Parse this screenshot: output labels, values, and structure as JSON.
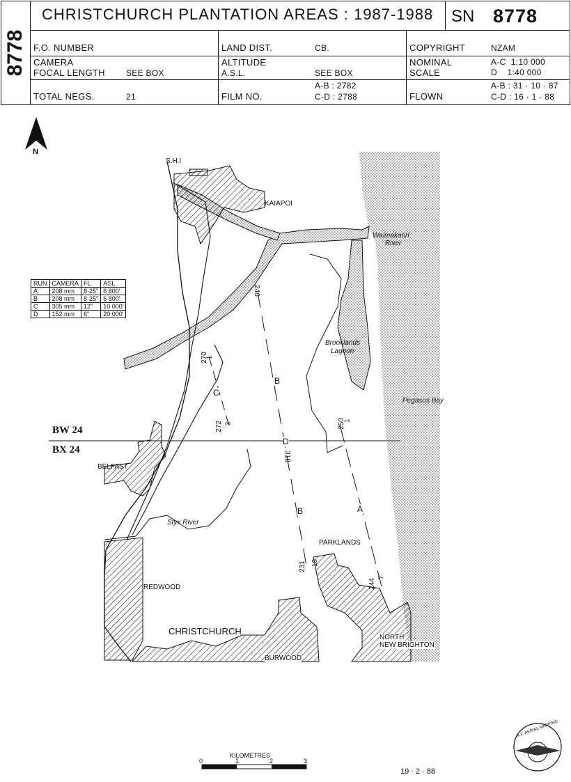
{
  "header": {
    "side_id": "8778",
    "title": "CHRISTCHURCH PLANTATION AREAS : 1987-1988",
    "sn_prefix": "SN",
    "sn_number": "8778",
    "fo_number_label": "F.O. NUMBER",
    "land_dist_label": "LAND DIST.",
    "land_dist_value": "CB.",
    "copyright_label": "COPYRIGHT",
    "copyright_value": "NZAM",
    "camera_label": "CAMERA",
    "focal_length_label": "FOCAL LENGTH",
    "focal_length_value": "SEE BOX",
    "altitude_label": "ALTITUDE",
    "asl_label": "A.S.L.",
    "asl_value": "SEE BOX",
    "nominal_label": "NOMINAL",
    "scale_label": "SCALE",
    "scale_ac": "A-C  1:10 000",
    "scale_d": "D    1:40 000",
    "total_negs_label": "TOTAL NEGS.",
    "total_negs_value": "21",
    "film_no_label": "FILM NO.",
    "film_ab": "A-B : 2782",
    "film_cd": "C-D : 2788",
    "flown_label": "FLOWN",
    "flown_ab": "A-B : 31 · 10 · 87",
    "flown_cd": "C-D : 16 · 1 · 88"
  },
  "runs_table": {
    "headers": [
      "RUN",
      "CAMERA",
      "FL",
      "ASL"
    ],
    "rows": [
      [
        "A",
        "208 mm",
        "8·25\"",
        "6 800'"
      ],
      [
        "B",
        "208 mm",
        "8·25\"",
        "6 800'"
      ],
      [
        "C",
        "305 mm",
        "12\"",
        "10 000'"
      ],
      [
        "D",
        "152 mm",
        "6\"",
        "20 000'"
      ]
    ]
  },
  "map": {
    "north_label": "N",
    "places": {
      "shi": "S.H.I",
      "kaiapoi": "KAIAPOI",
      "waimakariri_1": "Waimakariri",
      "waimakariri_2": "River",
      "brooklands_1": "Brooklands",
      "brooklands_2": "Lagoon",
      "pegasus_bay": "Pegasus Bay",
      "belfast": "BELFAST",
      "styx_river": "Styx River",
      "parklands": "PARKLANDS",
      "redwood": "REDWOOD",
      "christchurch": "CHRISTCHURCH",
      "burwood": "BURWOOD",
      "north_nb_1": "NORTH",
      "north_nb_2": "NEW BRIGHTON"
    },
    "sheet_labels": {
      "bw": "BW 24",
      "bx": "BX 24"
    },
    "run_labels": {
      "a": "A",
      "b1": "B",
      "b2": "B",
      "c": "C",
      "d": "D"
    },
    "frame_numbers": {
      "n240": "240",
      "n270": "270",
      "n1a": "1",
      "n3": "3",
      "n272": "272",
      "n250": "250",
      "n1b": "1",
      "n318": "318",
      "n231": "231",
      "n10": "10",
      "n7": "7",
      "n244": "244"
    },
    "scale_bar": {
      "title": "KILOMETRES",
      "ticks": [
        "0",
        "1",
        "2",
        "3"
      ]
    },
    "date": "19 · 2 · 88",
    "logo_text": "N.Z. AERIAL MAPPING"
  }
}
